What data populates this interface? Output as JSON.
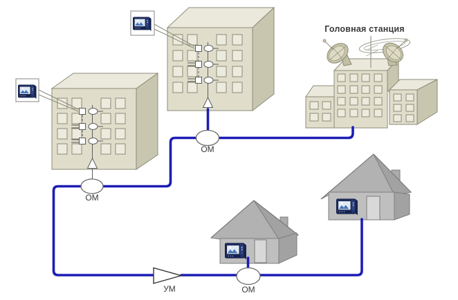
{
  "diagram": {
    "head_station_label": "Головная станция",
    "nodes": {
      "om_left": "ОМ",
      "om_middle": "ОМ",
      "om_houses": "ОМ",
      "um_amplifier": "УМ"
    }
  },
  "colors": {
    "cable": "#1d1db5",
    "bldg-front": "#e0decb",
    "bldg-roof": "#ebe9db",
    "bldg-side": "#c8c6af",
    "bldg-stroke": "#8b8b78",
    "window": "#edebdd",
    "house-front": "#bfbfbf",
    "house-roof": "#b2b2b2",
    "house-side": "#a2a2a2",
    "house-stroke": "#7d7d7d",
    "door": "#d8d8d8",
    "tv-navy": "#24356f",
    "label": "#3a3a3a"
  },
  "icons": {
    "tv": "tv-icon",
    "satellite_dish": "satellite-dish-icon",
    "loop_antenna": "loop-antenna-icon",
    "amplifier": "amplifier-triangle-icon",
    "optical_node": "optical-node-oval"
  }
}
